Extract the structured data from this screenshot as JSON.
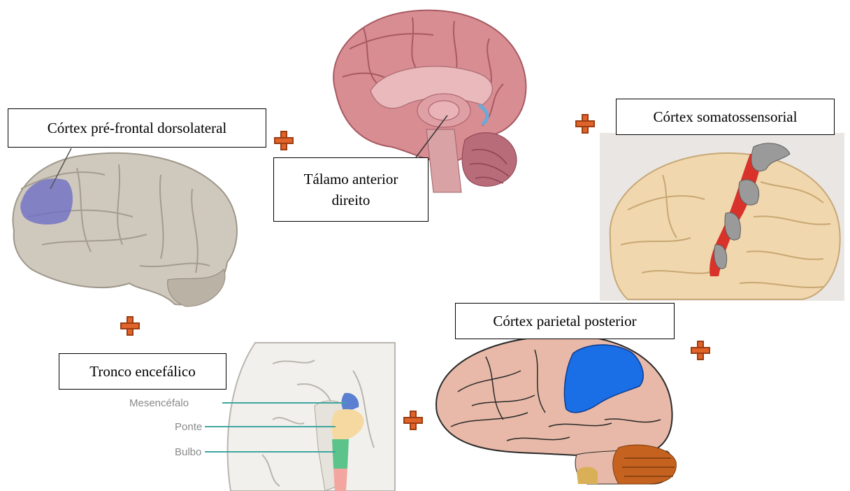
{
  "labels": {
    "dlpfc": "Córtex pré-frontal dorsolateral",
    "thalamus": "Tálamo anterior direito",
    "somato": "Córtex somatossensorial",
    "brainstem": "Tronco encefálico",
    "parietal": "Córtex parietal posterior"
  },
  "brainstem_parts": {
    "mesencefalo": "Mesencéfalo",
    "ponte": "Ponte",
    "bulbo": "Bulbo"
  },
  "colors": {
    "plus": "#e0642a",
    "dlpfc_highlight": "#6d6fc4",
    "parietal_highlight": "#1a6ee6",
    "somato_strip": "#d8322a"
  }
}
